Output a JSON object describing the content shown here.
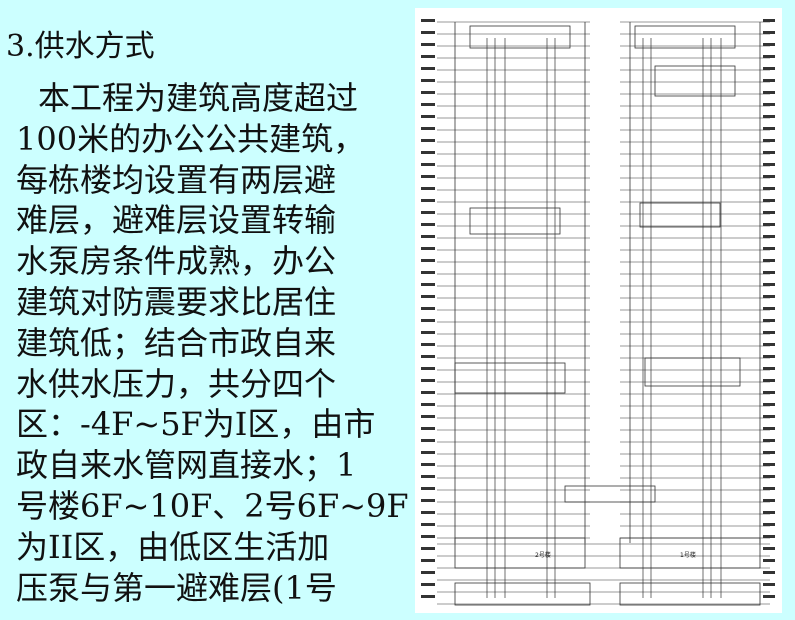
{
  "slide": {
    "heading": "3.供水方式",
    "paragraph_lines": [
      "本工程为建筑高度超过",
      "100米的办公公共建筑，",
      "每栋楼均设置有两层避",
      "难层，避难层设置转输",
      "水泵房条件成熟，办公",
      "建筑对防震要求比居住",
      "建筑低；结合市政自来",
      "水供水压力，共分四个",
      "区：-4F~5F为I区，由市",
      "政自来水管网直接水；1",
      "号楼6F~10F、2号6F~9F",
      "为II区，由低区生活加",
      "压泵与第一避难层(1号"
    ]
  },
  "diagram": {
    "tower_left_label": "2号楼",
    "tower_right_label": "1号楼"
  },
  "colors": {
    "background": "#ccffff",
    "text": "#111111",
    "diagram_bg": "#ffffff",
    "diagram_lines": "#333333"
  }
}
